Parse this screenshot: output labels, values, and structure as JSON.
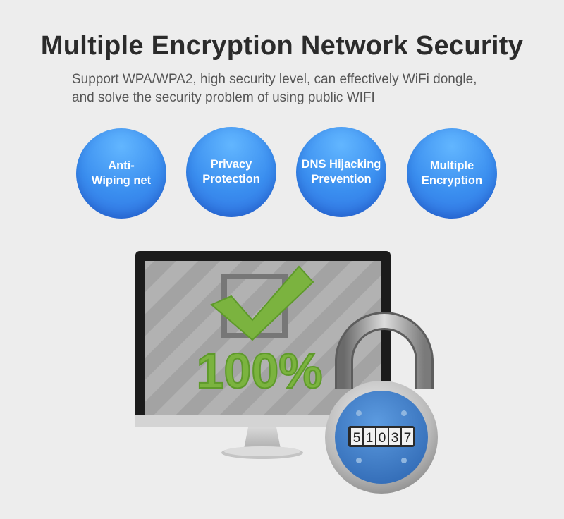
{
  "header": {
    "title": "Multiple Encryption Network Security",
    "subtitle_line1": "Support WPA/WPA2, high security level, can effectively WiFi dongle,",
    "subtitle_line2": "and solve the security problem of using public WIFI"
  },
  "features": [
    {
      "line1": "Anti-",
      "line2": "Wiping net"
    },
    {
      "line1": "Privacy",
      "line2": "Protection"
    },
    {
      "line1": "DNS Hijacking",
      "line2": "Prevention"
    },
    {
      "line1": "Multiple",
      "line2": "Encryption"
    }
  ],
  "monitor": {
    "percent_text": "100%",
    "check_color": "#7bb33f",
    "screen_color": "#a9a9a9"
  },
  "padlock": {
    "combination": [
      "5",
      "1",
      "0",
      "3",
      "7"
    ],
    "body_color": "#3d7fc9"
  },
  "icons": [
    "checkmark-icon",
    "padlock-icon"
  ]
}
